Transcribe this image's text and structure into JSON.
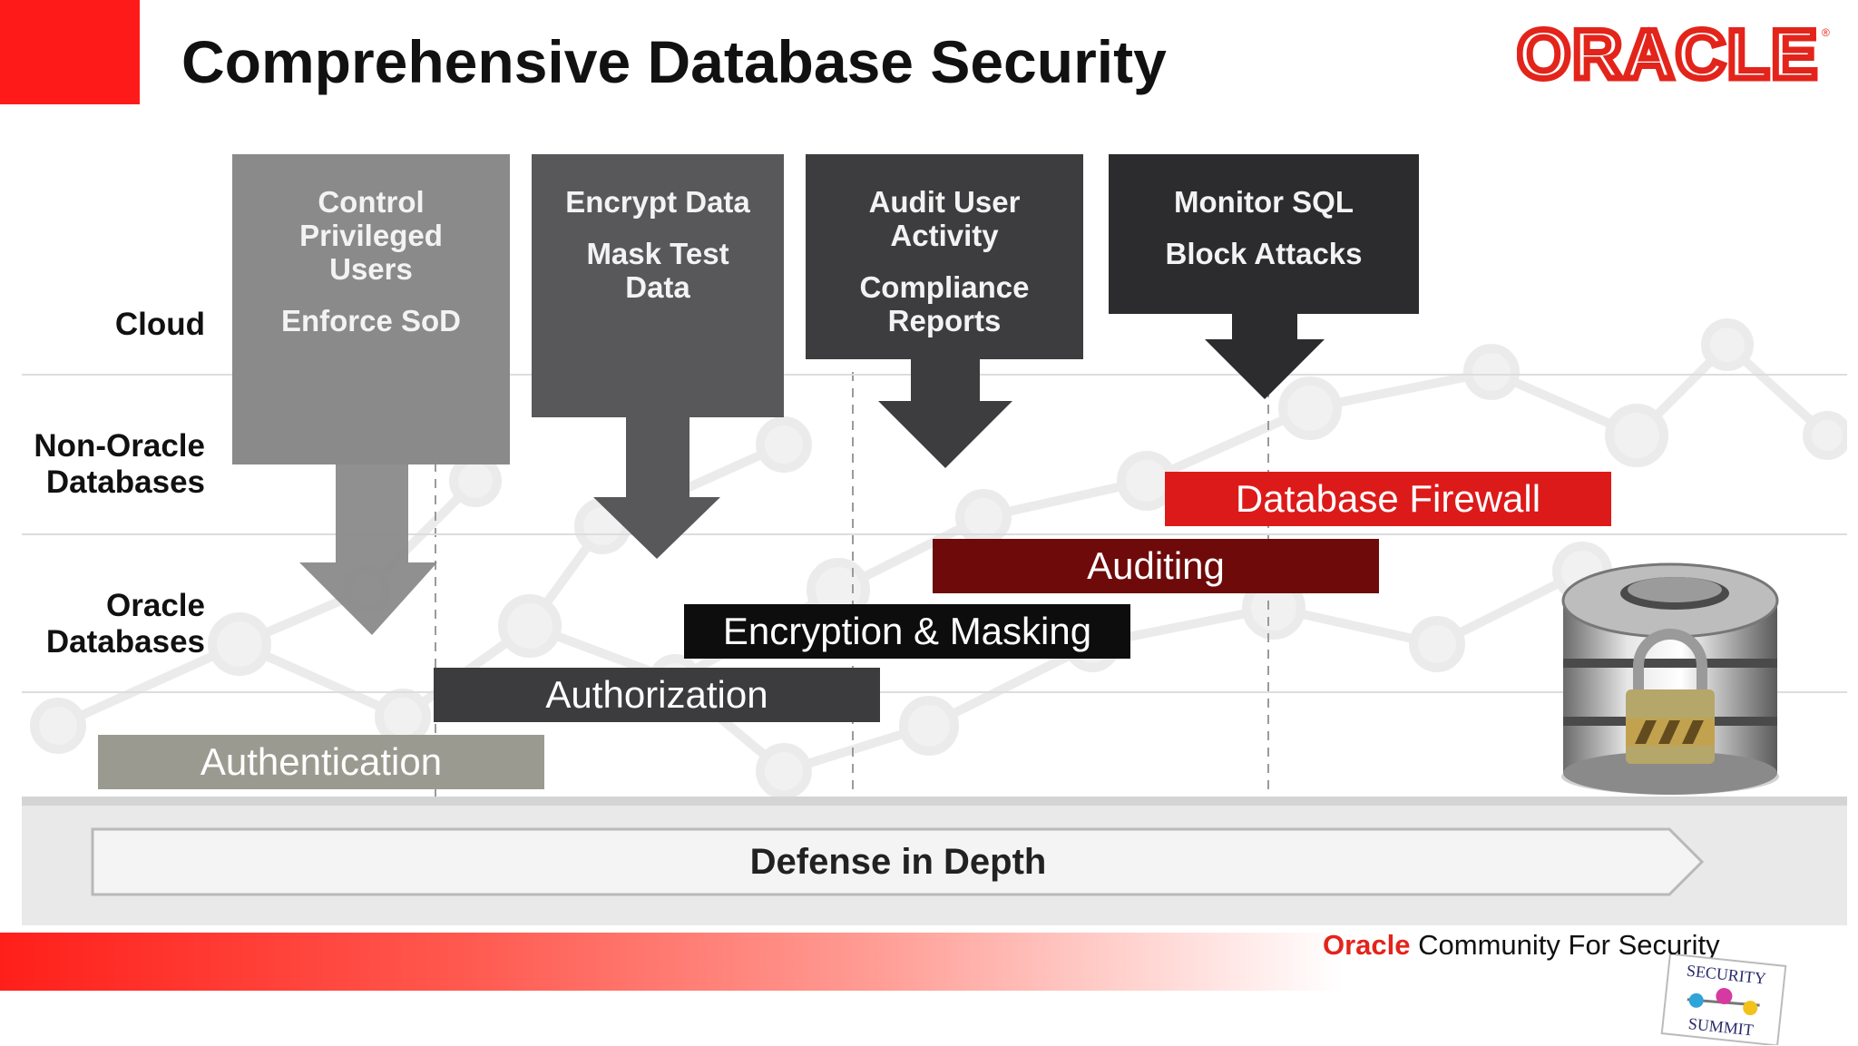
{
  "title": "Comprehensive Database Security",
  "logo_text": "ORACLE",
  "row_labels": {
    "cloud": "Cloud",
    "non_oracle": [
      "Non-Oracle",
      "Databases"
    ],
    "oracle": [
      "Oracle",
      "Databases"
    ]
  },
  "columns": [
    {
      "lines": [
        "Control",
        "Privileged",
        "Users"
      ],
      "lines2": [
        "Enforce SoD"
      ],
      "color": "#8a8a8a"
    },
    {
      "lines": [
        "Encrypt Data"
      ],
      "lines2": [
        "Mask Test",
        "Data"
      ],
      "color": "#58585a"
    },
    {
      "lines": [
        "Audit User",
        "Activity"
      ],
      "lines2": [
        "Compliance",
        "Reports"
      ],
      "color": "#3d3d3f"
    },
    {
      "lines": [
        "Monitor SQL"
      ],
      "lines2": [
        "Block Attacks"
      ],
      "color": "#2c2c2e"
    }
  ],
  "layers": {
    "authentication": "Authentication",
    "authorization": "Authorization",
    "encryption": "Encryption & Masking",
    "auditing": "Auditing",
    "firewall": "Database Firewall"
  },
  "layer_colors": {
    "authentication": "#9a9a90",
    "authorization": "#3c3c3e",
    "encryption": "#0d0d0d",
    "auditing": "#6e0a0a",
    "firewall": "#dd1a1a"
  },
  "defense_label": "Defense in Depth",
  "footer": {
    "brand": "Oracle",
    "tagline": "Community For Security",
    "badge_top": "SECURITY",
    "badge_bottom": "SUMMIT"
  },
  "icons": [
    "database-lock-icon"
  ]
}
